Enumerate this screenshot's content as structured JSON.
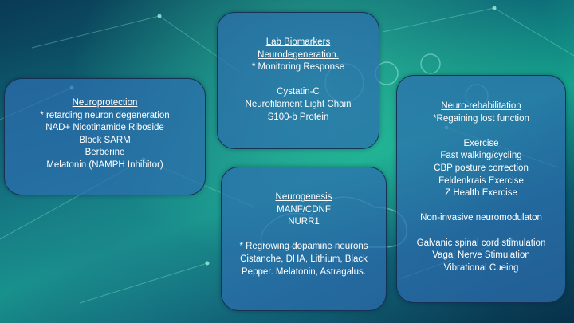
{
  "slide": {
    "lab": {
      "lines": [
        "Lab Biomarkers",
        "Neurodegeneration.",
        "* Monitoring Response",
        "",
        "Cystatin-C",
        "Neurofilament Light Chain",
        "S100-b Protein"
      ]
    },
    "neuroprotection": {
      "lines": [
        "Neuroprotection",
        "* retarding  neuron degeneration",
        "NAD+  Nicotinamide Riboside",
        "Block SARM",
        "Berberine",
        "Melatonin (NAMPH Inhibitor)"
      ]
    },
    "neurogenesis": {
      "lines": [
        "Neurogenesis",
        "MANF/CDNF",
        "NURR1",
        "",
        "* Regrowing dopamine neurons",
        "Cistanche, DHA, Lithium, Black",
        "Pepper. Melatonin, Astragalus."
      ]
    },
    "rehab": {
      "lines": [
        "Neuro-rehabilitation",
        "*Regaining lost function",
        "",
        "Exercise",
        "Fast walking/cycling",
        "CBP posture correction",
        "Feldenkrais Exercise",
        "Z Health Exercise",
        "",
        "Non-invasive neuromodulaton",
        "",
        "Galvanic spinal cord stimulation",
        "Vagal Nerve Stimulation",
        "Vibrational Cueing"
      ]
    }
  }
}
